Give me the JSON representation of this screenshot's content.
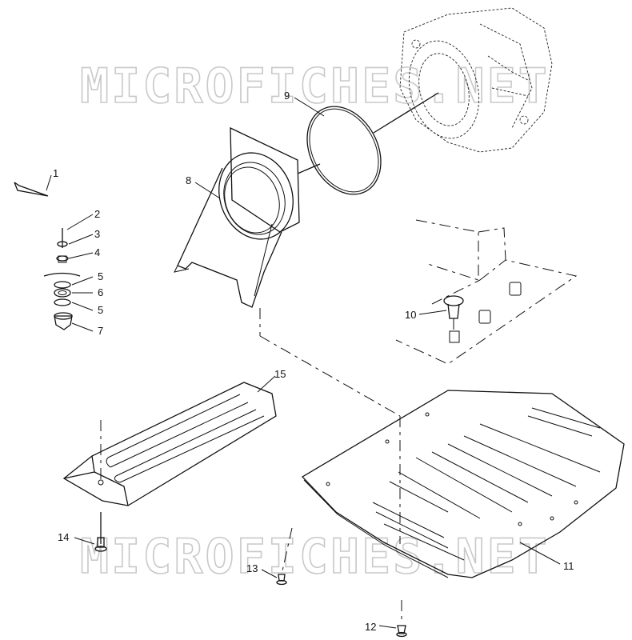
{
  "watermark": {
    "text": "MICROFICHES.NET"
  },
  "callouts": {
    "c1": "1",
    "c2": "2",
    "c3": "3",
    "c4": "4",
    "c5a": "5",
    "c6": "6",
    "c5b": "5",
    "c7": "7",
    "c8": "8",
    "c9": "9",
    "c10": "10",
    "c11": "11",
    "c12": "12",
    "c13": "13",
    "c14": "14",
    "c15": "15"
  }
}
